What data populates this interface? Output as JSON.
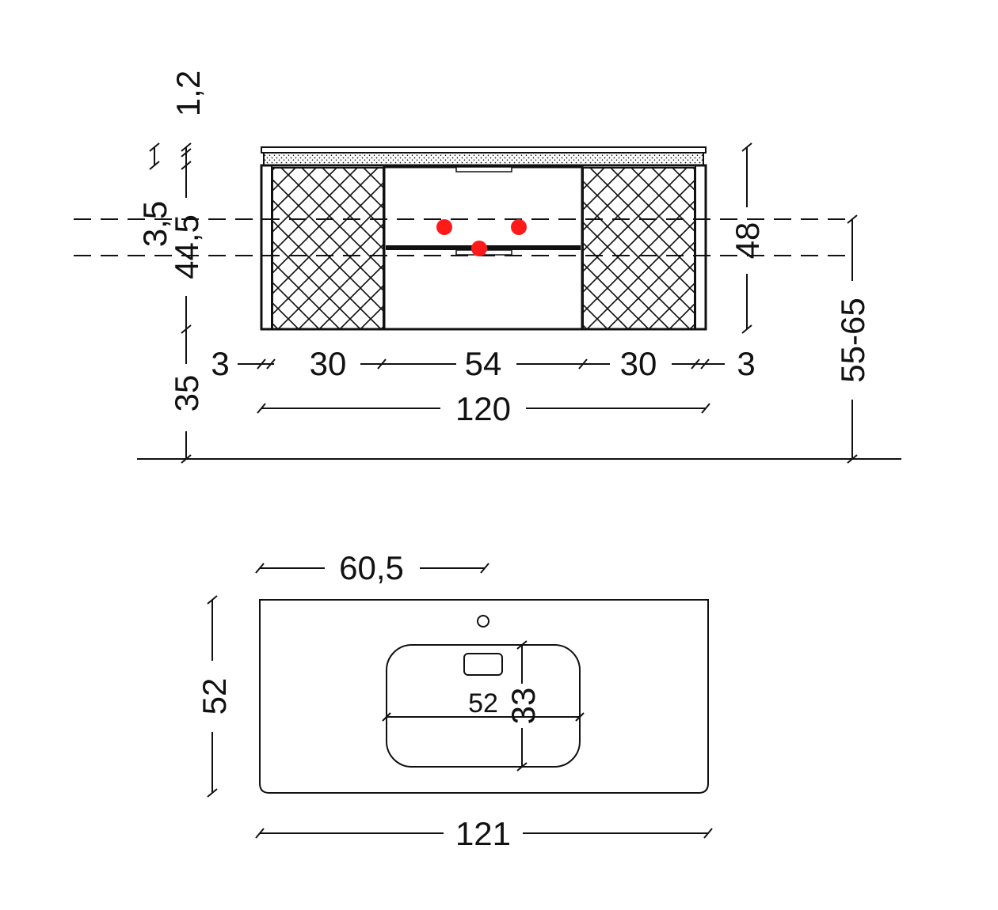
{
  "front_view": {
    "top_thickness": "1,2",
    "gap_top": "3,5",
    "cabinet_inner_height": "44,5",
    "cabinet_height": "48",
    "floor_clearance": "35",
    "mounting_height": "55-65",
    "widths": {
      "left_side": "3",
      "left_panel": "30",
      "center_drawer": "54",
      "right_panel": "30",
      "right_side": "3"
    },
    "total_width": "120",
    "marker_color": "#ff1a1a"
  },
  "top_view": {
    "tap_offset": "60,5",
    "depth": "52",
    "basin_width": "52",
    "basin_depth": "33",
    "total_width": "121"
  },
  "colors": {
    "line": "#111111",
    "background": "#ffffff"
  }
}
